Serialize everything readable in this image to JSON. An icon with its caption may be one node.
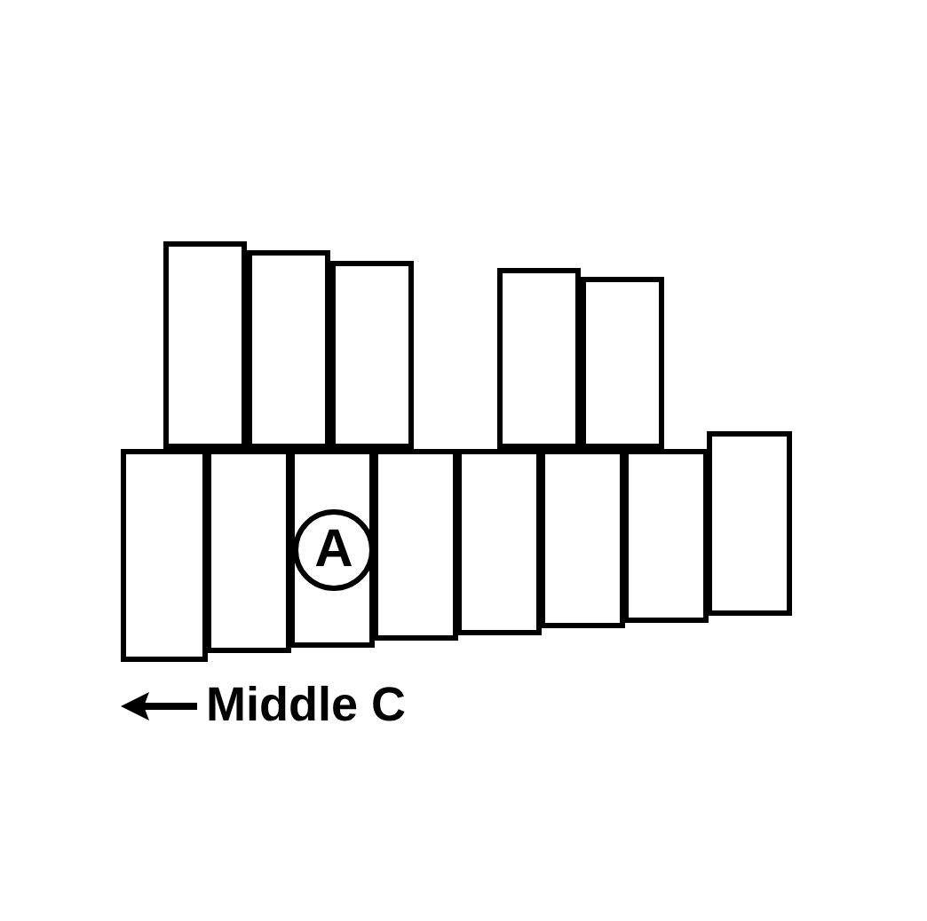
{
  "diagram": {
    "nodes": [
      {
        "text": [],
        "shape": "bar"
      },
      {
        "text": [],
        "shape": "bar"
      },
      {
        "text": [],
        "shape": "bar"
      },
      {
        "text": [],
        "shape": "bar"
      },
      {
        "text": [],
        "shape": "bar"
      },
      {
        "text": [],
        "shape": "bar"
      },
      {
        "text": [],
        "shape": "bar"
      },
      {
        "text": [],
        "shape": "bar"
      },
      {
        "text": [],
        "shape": "bar"
      },
      {
        "text": [],
        "shape": "bar"
      },
      {
        "text": [],
        "shape": "bar"
      },
      {
        "text": [],
        "shape": "bar"
      },
      {
        "text": [],
        "shape": "bar"
      },
      {
        "text": [
          "A"
        ],
        "in": 7
      }
    ],
    "labels": [
      "Middle C"
    ]
  }
}
